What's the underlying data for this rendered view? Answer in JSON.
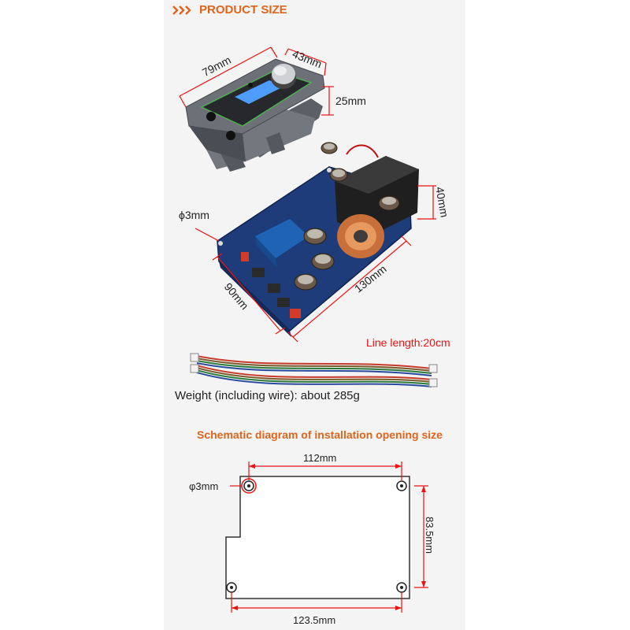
{
  "header": {
    "title": "PRODUCT SIZE",
    "arrow_icon": "triple-chevron-icon",
    "accent": "#e0641c"
  },
  "display_module": {
    "width_label": "79mm",
    "depth_label": "43mm",
    "height_label": "25mm"
  },
  "main_board": {
    "hole_label": "ϕ3mm",
    "height_label": "40mm",
    "length_label": "130mm",
    "width_label": "90mm"
  },
  "cable": {
    "length_label": "Line length:20cm"
  },
  "weight": {
    "text": "Weight (including wire): about 285g"
  },
  "schematic": {
    "title": "Schematic diagram of installation opening size",
    "top_label": "112mm",
    "hole_label": "φ3mm",
    "side_label": "83.5mm",
    "bottom_label": "123.5mm"
  }
}
